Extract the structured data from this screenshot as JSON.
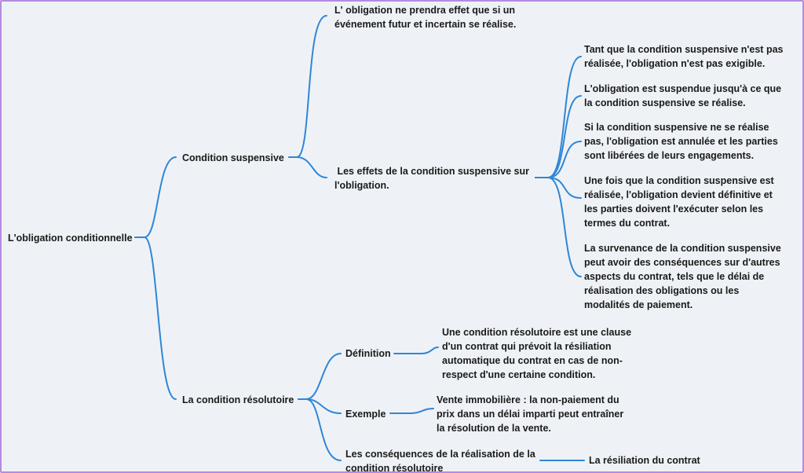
{
  "map": {
    "root": "L'obligation conditionnelle",
    "suspensive": {
      "title": "Condition suspensive",
      "definition": "L' obligation ne prendra effet que si un\névénement futur et incertain se réalise.",
      "effets_title": " Les effets de la condition suspensive sur\nl'obligation.",
      "effets": [
        "Tant que la condition suspensive n'est pas\nréalisée, l'obligation n'est pas exigible.",
        "L'obligation est suspendue jusqu'à ce que\nla condition suspensive se réalise.",
        "Si la condition suspensive ne se réalise\npas, l'obligation est annulée et les parties\nsont libérées de leurs engagements.",
        "Une fois que la condition suspensive est\nréalisée, l'obligation devient définitive et\nles parties doivent l'exécuter selon les\ntermes du contrat.",
        "La survenance de la condition suspensive\npeut avoir des conséquences sur d'autres\naspects du contrat, tels que le délai de\nréalisation des obligations ou les\nmodalités de paiement."
      ]
    },
    "resolutoire": {
      "title": "La condition résolutoire",
      "definition_title": "Définition",
      "definition_text": "Une condition résolutoire est une clause\nd'un contrat qui prévoit la résiliation\nautomatique du contrat en cas de non-\nrespect d'une certaine condition.",
      "exemple_title": "Exemple",
      "exemple_text": "Vente immobilière : la non-paiement du\nprix dans un délai imparti peut entraîner\nla résolution de la vente.",
      "consequences_title": "Les conséquences de la réalisation de la\ncondition résolutoire",
      "consequences_text": "La résiliation du contrat"
    }
  },
  "colors": {
    "edge": "#2f86d6",
    "background": "#eef2f6",
    "frame": "#b58be0"
  }
}
